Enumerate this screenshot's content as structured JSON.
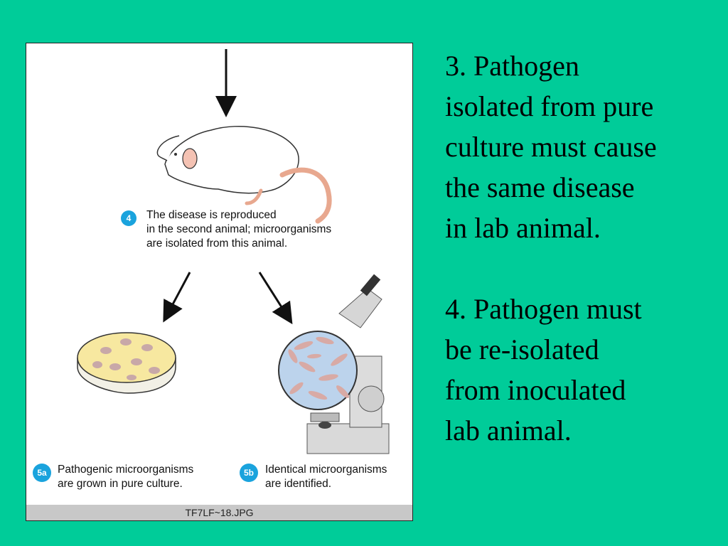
{
  "figure": {
    "step4": {
      "number": "4",
      "lines": [
        "The disease is reproduced",
        "in the second animal; microorganisms",
        "are isolated from this animal."
      ]
    },
    "step5a": {
      "number": "5a",
      "lines": [
        "Pathogenic microorganisms",
        "are grown in pure culture."
      ]
    },
    "step5b": {
      "number": "5b",
      "lines": [
        "Identical microorganisms",
        "are identified."
      ]
    },
    "filename": "TF7LF~18.JPG",
    "badge_color": "#1aa3dd"
  },
  "slide_text": {
    "para3": [
      "3.  Pathogen",
      "isolated from pure",
      "culture must cause",
      "the same disease",
      "in lab animal."
    ],
    "para4": [
      "4.  Pathogen must",
      "be re-isolated",
      "from inoculated",
      "lab animal."
    ]
  },
  "colors": {
    "background": "#00cc99"
  }
}
